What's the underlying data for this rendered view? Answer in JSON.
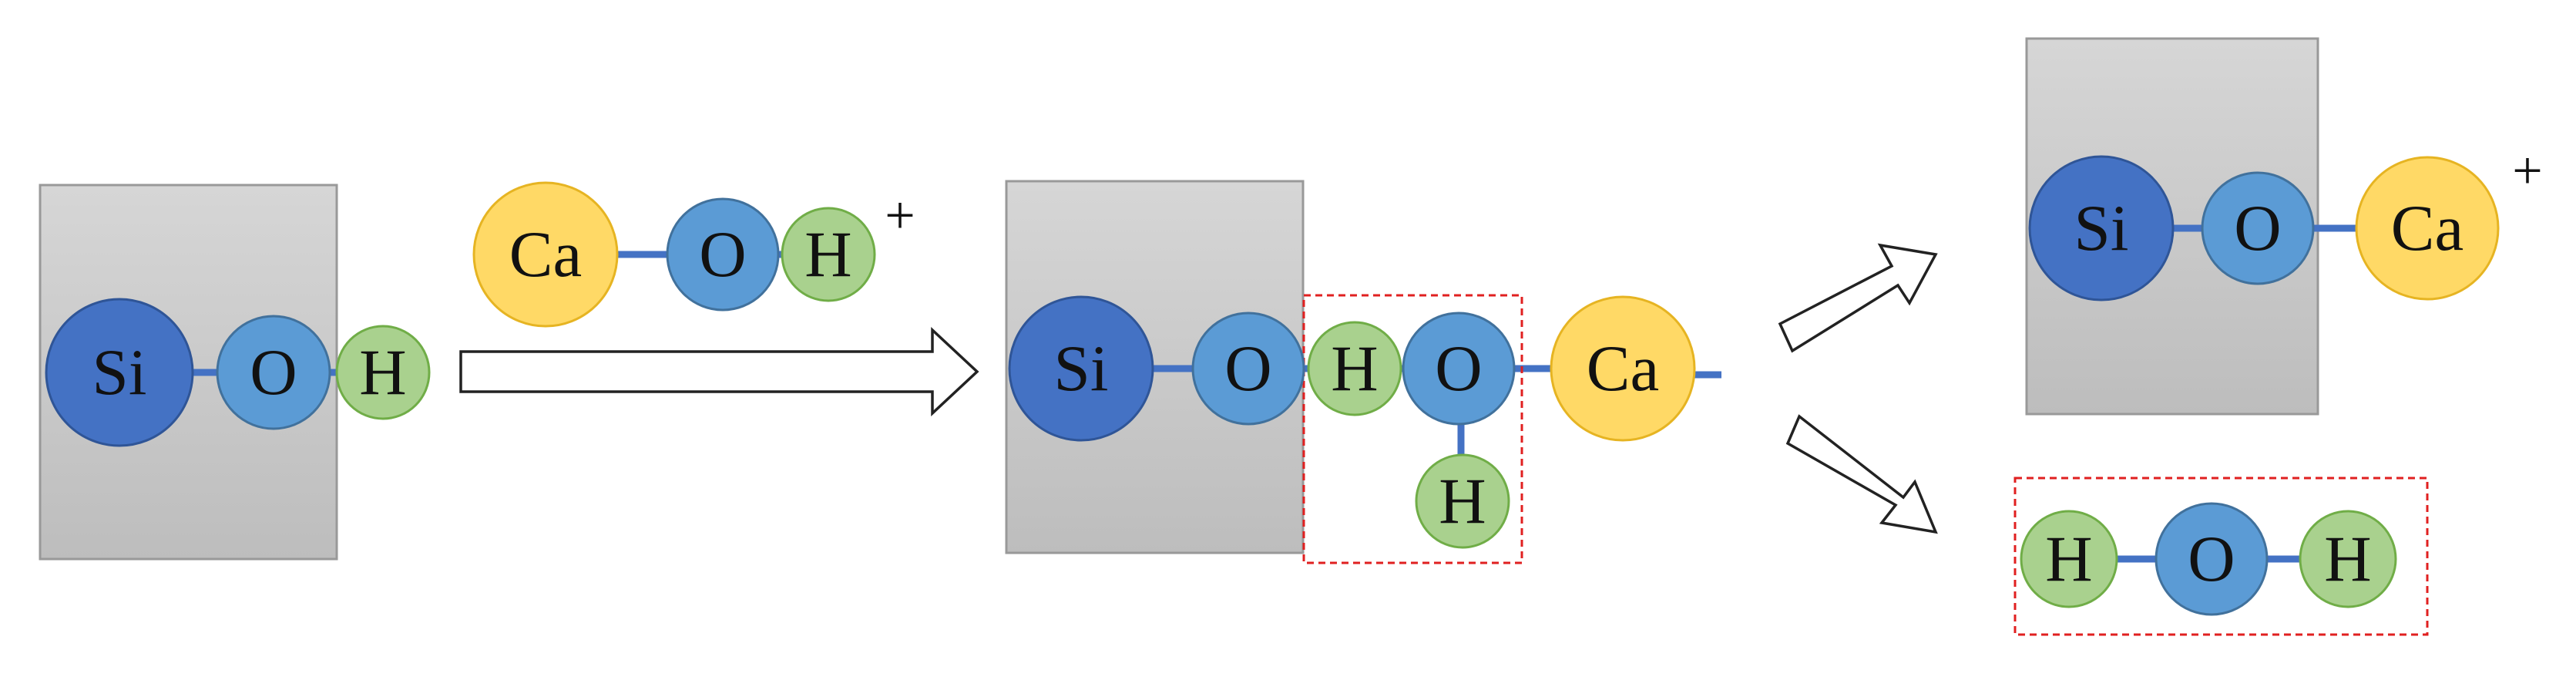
{
  "labels": {
    "si": "Si",
    "o": "O",
    "h": "H",
    "ca": "Ca",
    "plus": "+"
  },
  "colors": {
    "si": "#4472c4",
    "si_stroke": "#2f5597",
    "o": "#5b9bd5",
    "o_stroke": "#41719c",
    "h": "#a9d18e",
    "h_stroke": "#70ad47",
    "ca": "#ffd966",
    "ca_stroke": "#e6b422",
    "bond": "#4472c4",
    "surface": "#c8c8c8",
    "highlight": "#e02020"
  }
}
